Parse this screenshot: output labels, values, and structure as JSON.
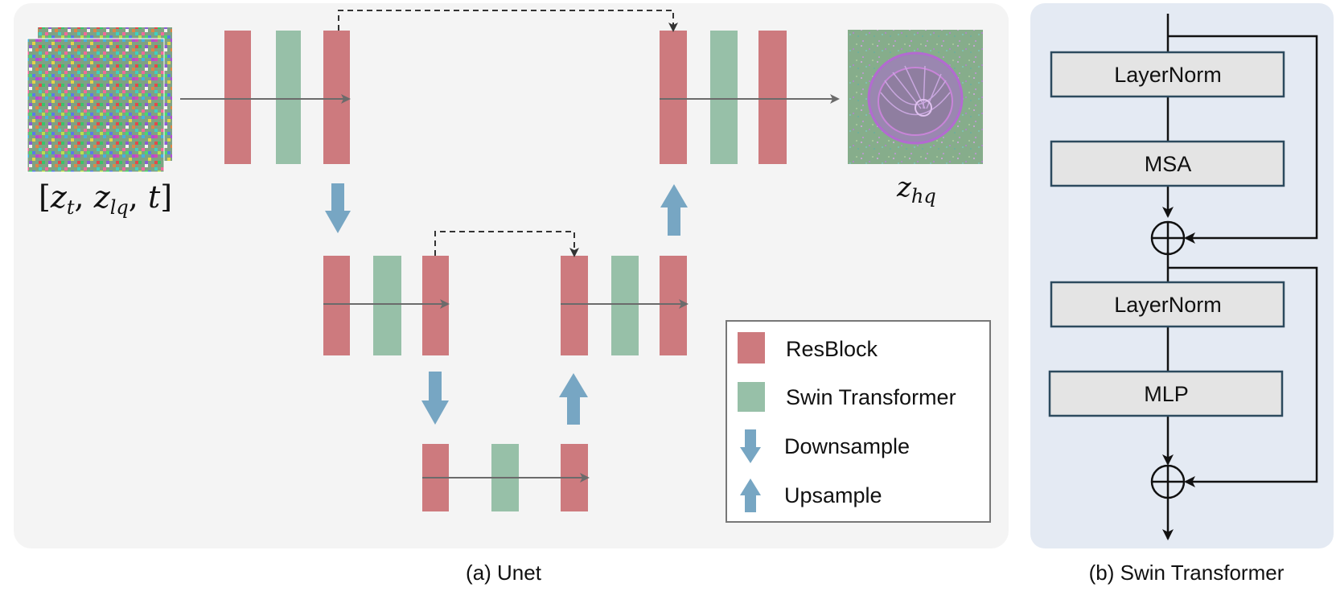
{
  "unet": {
    "caption": "(a) Unet",
    "input_label": "[z_t, z_lq, t]",
    "input_label_parts": {
      "open": "[",
      "z1": "z",
      "s1": "t",
      "c1": ", ",
      "z2": "z",
      "s2": "lq",
      "c2": ", ",
      "t": "t",
      "close": "]"
    },
    "output_label_parts": {
      "z": "z",
      "sub": "hq"
    },
    "legend": {
      "resblock": "ResBlock",
      "swin": "Swin Transformer",
      "downsample": "Downsample",
      "upsample": "Upsample"
    }
  },
  "swin": {
    "caption": "(b) Swin Transformer",
    "blocks": [
      "LayerNorm",
      "MSA",
      "LayerNorm",
      "MLP"
    ]
  },
  "colors": {
    "resblock": "#cd7a7e",
    "swin": "#97c0a8",
    "arrow_blue": "#77a6c3",
    "panel_left": "#f4f4f4",
    "panel_right": "#e4eaf3",
    "box_fill": "#e4e4e4",
    "box_stroke": "#2c4a5e"
  }
}
